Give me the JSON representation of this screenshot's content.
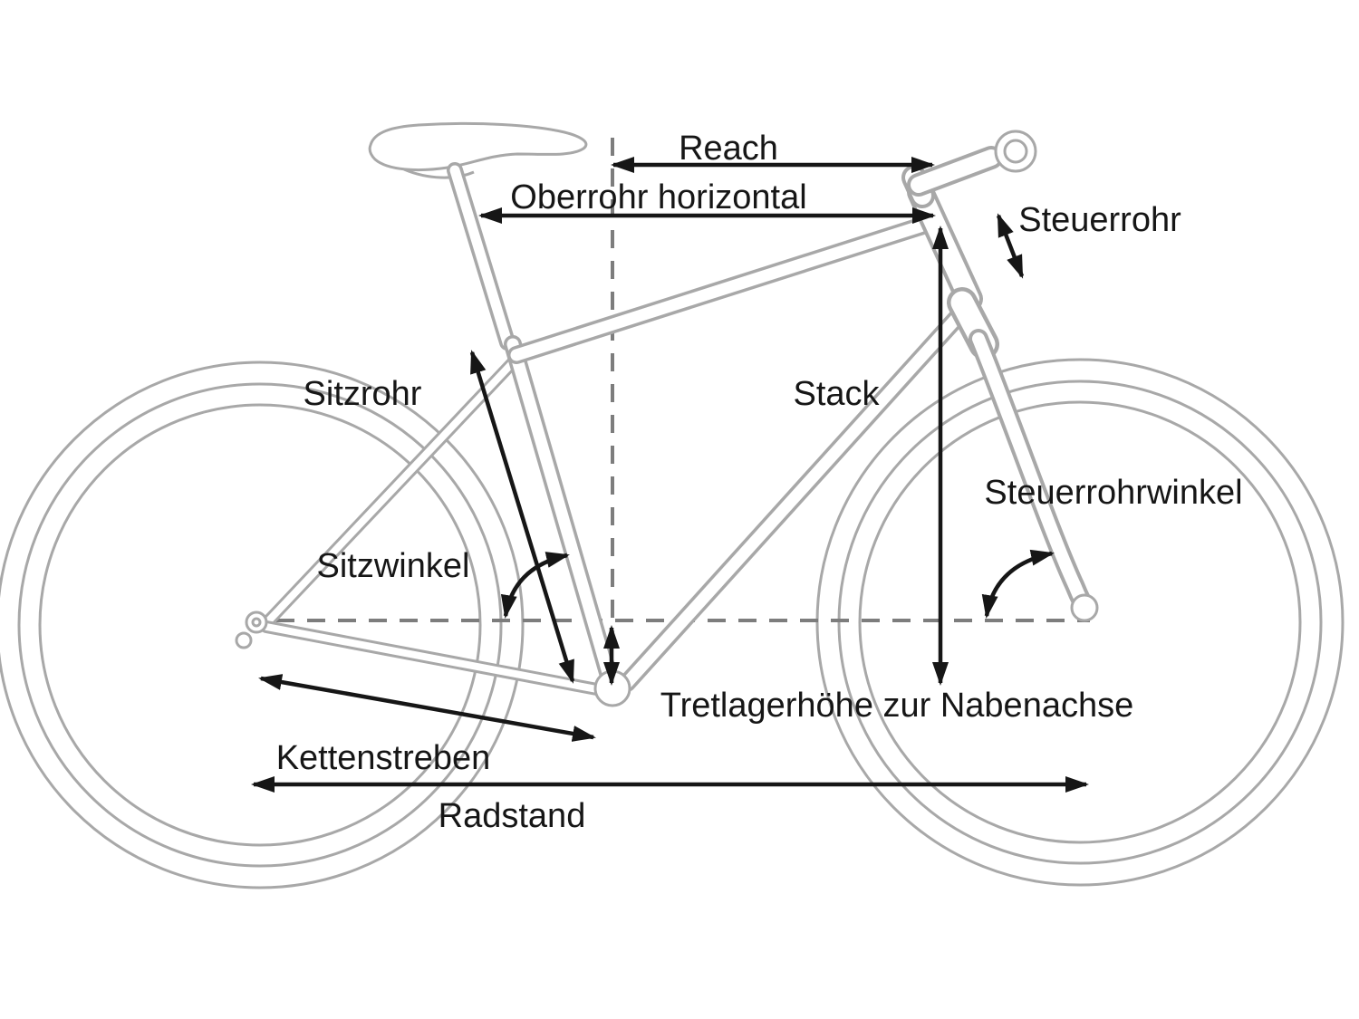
{
  "diagram": {
    "type": "bicycle-geometry-diagram",
    "language": "de",
    "description": "Line drawing of a bicycle with geometry dimension annotations"
  },
  "colors": {
    "bike": "#a8a8a8",
    "ink": "#161616",
    "dash": "#7d7d7d",
    "bg": "#ffffff"
  },
  "labels": {
    "reach": {
      "text": "Reach"
    },
    "oberrohr_horizontal": {
      "text": "Oberrohr horizontal"
    },
    "steuerrohr": {
      "text": "Steuerrohr"
    },
    "sitzrohr": {
      "text": "Sitzrohr"
    },
    "stack": {
      "text": "Stack"
    },
    "sitzwinkel": {
      "text": "Sitzwinkel"
    },
    "steuerrohrwinkel": {
      "text": "Steuerrohrwinkel"
    },
    "tretlagerhoehe": {
      "text": "Tretlagerhöhe zur Nabenachse"
    },
    "kettenstreben": {
      "text": "Kettenstreben"
    },
    "radstand": {
      "text": "Radstand"
    }
  }
}
